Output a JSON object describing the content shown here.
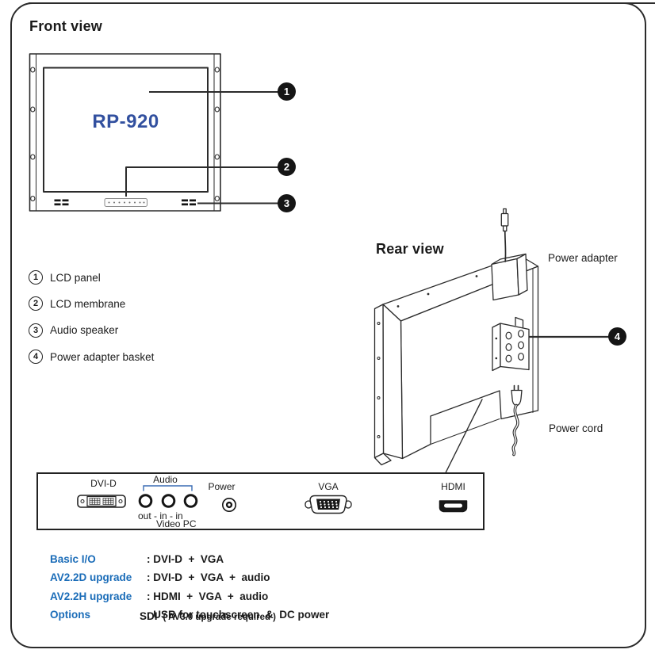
{
  "front": {
    "title": "Front view",
    "screen_label": "RP-920",
    "callouts": [
      "1",
      "2",
      "3"
    ]
  },
  "legend": {
    "items": [
      {
        "num": "1",
        "label": "LCD panel"
      },
      {
        "num": "2",
        "label": "LCD membrane"
      },
      {
        "num": "3",
        "label": "Audio speaker"
      },
      {
        "num": "4",
        "label": "Power adapter basket"
      }
    ]
  },
  "rear": {
    "title": "Rear view",
    "power_adapter_label": "Power adapter",
    "power_cord_label": "Power cord",
    "callout_num": "4"
  },
  "io_panel": {
    "dvi_label": "DVI-D",
    "audio_label": "Audio",
    "audio_jacks_line": "out - in - in",
    "audio_sublabels": "Video PC",
    "power_label": "Power",
    "vga_label": "VGA",
    "hdmi_label": "HDMI"
  },
  "specs": {
    "rows": [
      {
        "name": "Basic I/O",
        "value": ": DVI-D  +  VGA"
      },
      {
        "name": "AV2.2D upgrade",
        "value": ": DVI-D  +  VGA  +  audio"
      },
      {
        "name": "AV2.2H upgrade",
        "value": ": HDMI  +  VGA  +  audio"
      },
      {
        "name": "Options",
        "value": ": USB for touchscreen  &  DC power"
      }
    ],
    "sdi_label": "SDI",
    "sdi_note": "( AV3.0 upgrade required )"
  },
  "colors": {
    "accent_blue": "#1a6cb8",
    "screen_label_blue": "#32509f",
    "line_dark": "#2b2b2b"
  }
}
